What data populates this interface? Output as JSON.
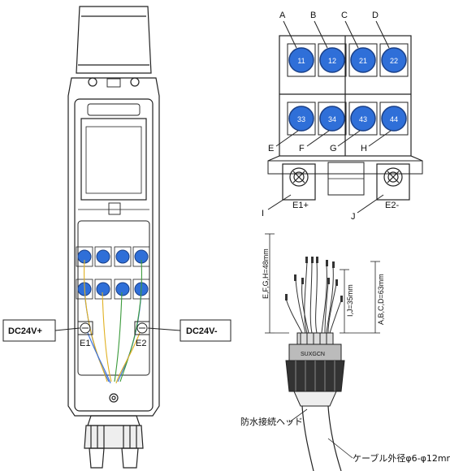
{
  "colors": {
    "terminal_fill": "#2f6fd8",
    "wire_blue": "#3a6fd8",
    "wire_yellow": "#e0b020",
    "wire_green": "#3a9a3a",
    "line": "#222222"
  },
  "supply": {
    "plus_label": "DC24V+",
    "minus_label": "DC24V-",
    "e1": "E1",
    "e2": "E2"
  },
  "detail": {
    "letters_top": [
      "A",
      "B",
      "C",
      "D"
    ],
    "letters_bottom": [
      "E",
      "F",
      "G",
      "H"
    ],
    "terminals_top": [
      "11",
      "12",
      "21",
      "22"
    ],
    "terminals_bottom": [
      "33",
      "34",
      "43",
      "44"
    ],
    "ground_left": "E1+",
    "ground_right": "E2-",
    "letter_i": "I",
    "letter_j": "J"
  },
  "cable": {
    "dim_efgh": "E,F,G,H=48mm",
    "dim_ij": "I,J=35mm",
    "dim_abcd": "A,B,C,D=63mm",
    "gland_text": "SUXGCN",
    "gland_label": "防水接続ヘッド",
    "cable_label": "ケーブル外径φ6-φ12mm"
  }
}
